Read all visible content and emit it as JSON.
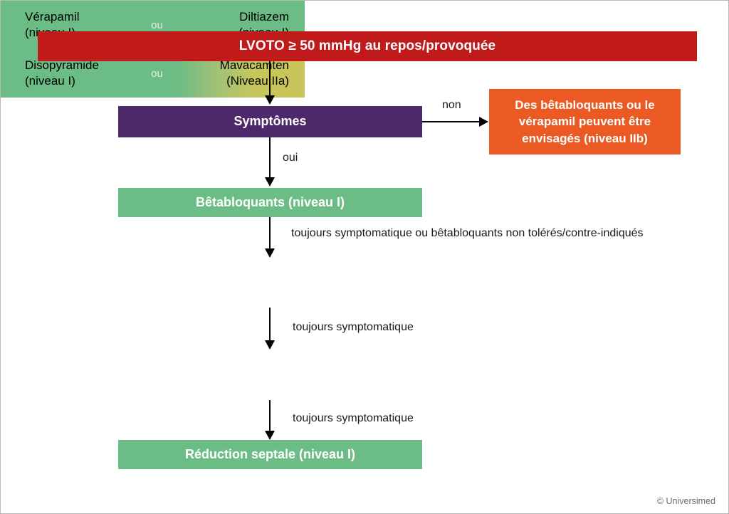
{
  "diagram": {
    "title_box": {
      "label": "LVOTO ≥ 50 mmHg au repos/provoquée",
      "color": "#c01a1a"
    },
    "symptoms_box": {
      "label": "Symptômes",
      "color": "#4d286a"
    },
    "alternative_box": {
      "label": "Des bêtabloquants ou le vérapamil peuvent être envisagés (niveau IIb)",
      "color": "#ea5a22"
    },
    "betablockers_box": {
      "label": "Bêtabloquants (niveau I)",
      "color": "#6cbc85"
    },
    "calcium_box": {
      "left_label": "Vérapamil\n(niveau I)",
      "left_line1": "Vérapamil",
      "left_line2": "(niveau I)",
      "connector": "ou",
      "right_line1": "Diltiazem",
      "right_line2": "(niveau I)",
      "color": "#6cbc85"
    },
    "second_line_box": {
      "left_line1": "Disopyramide",
      "left_line2": "(niveau I)",
      "connector": "ou",
      "right_line1": "Mavacamten",
      "right_line2": "(Niveau IIa)",
      "color_left": "#6cbc85",
      "color_right": "#c8c65b"
    },
    "septal_box": {
      "label": "Réduction septale (niveau I)",
      "color": "#6cbc85"
    },
    "edges": {
      "no": "non",
      "yes": "oui",
      "still_symptomatic_or_intolerant": "toujours symptomatique ou bêtabloquants non tolérés/contre-indiqués",
      "still_symptomatic_1": "toujours symptomatique",
      "still_symptomatic_2": "toujours symptomatique"
    },
    "credit": "© Universimed"
  }
}
